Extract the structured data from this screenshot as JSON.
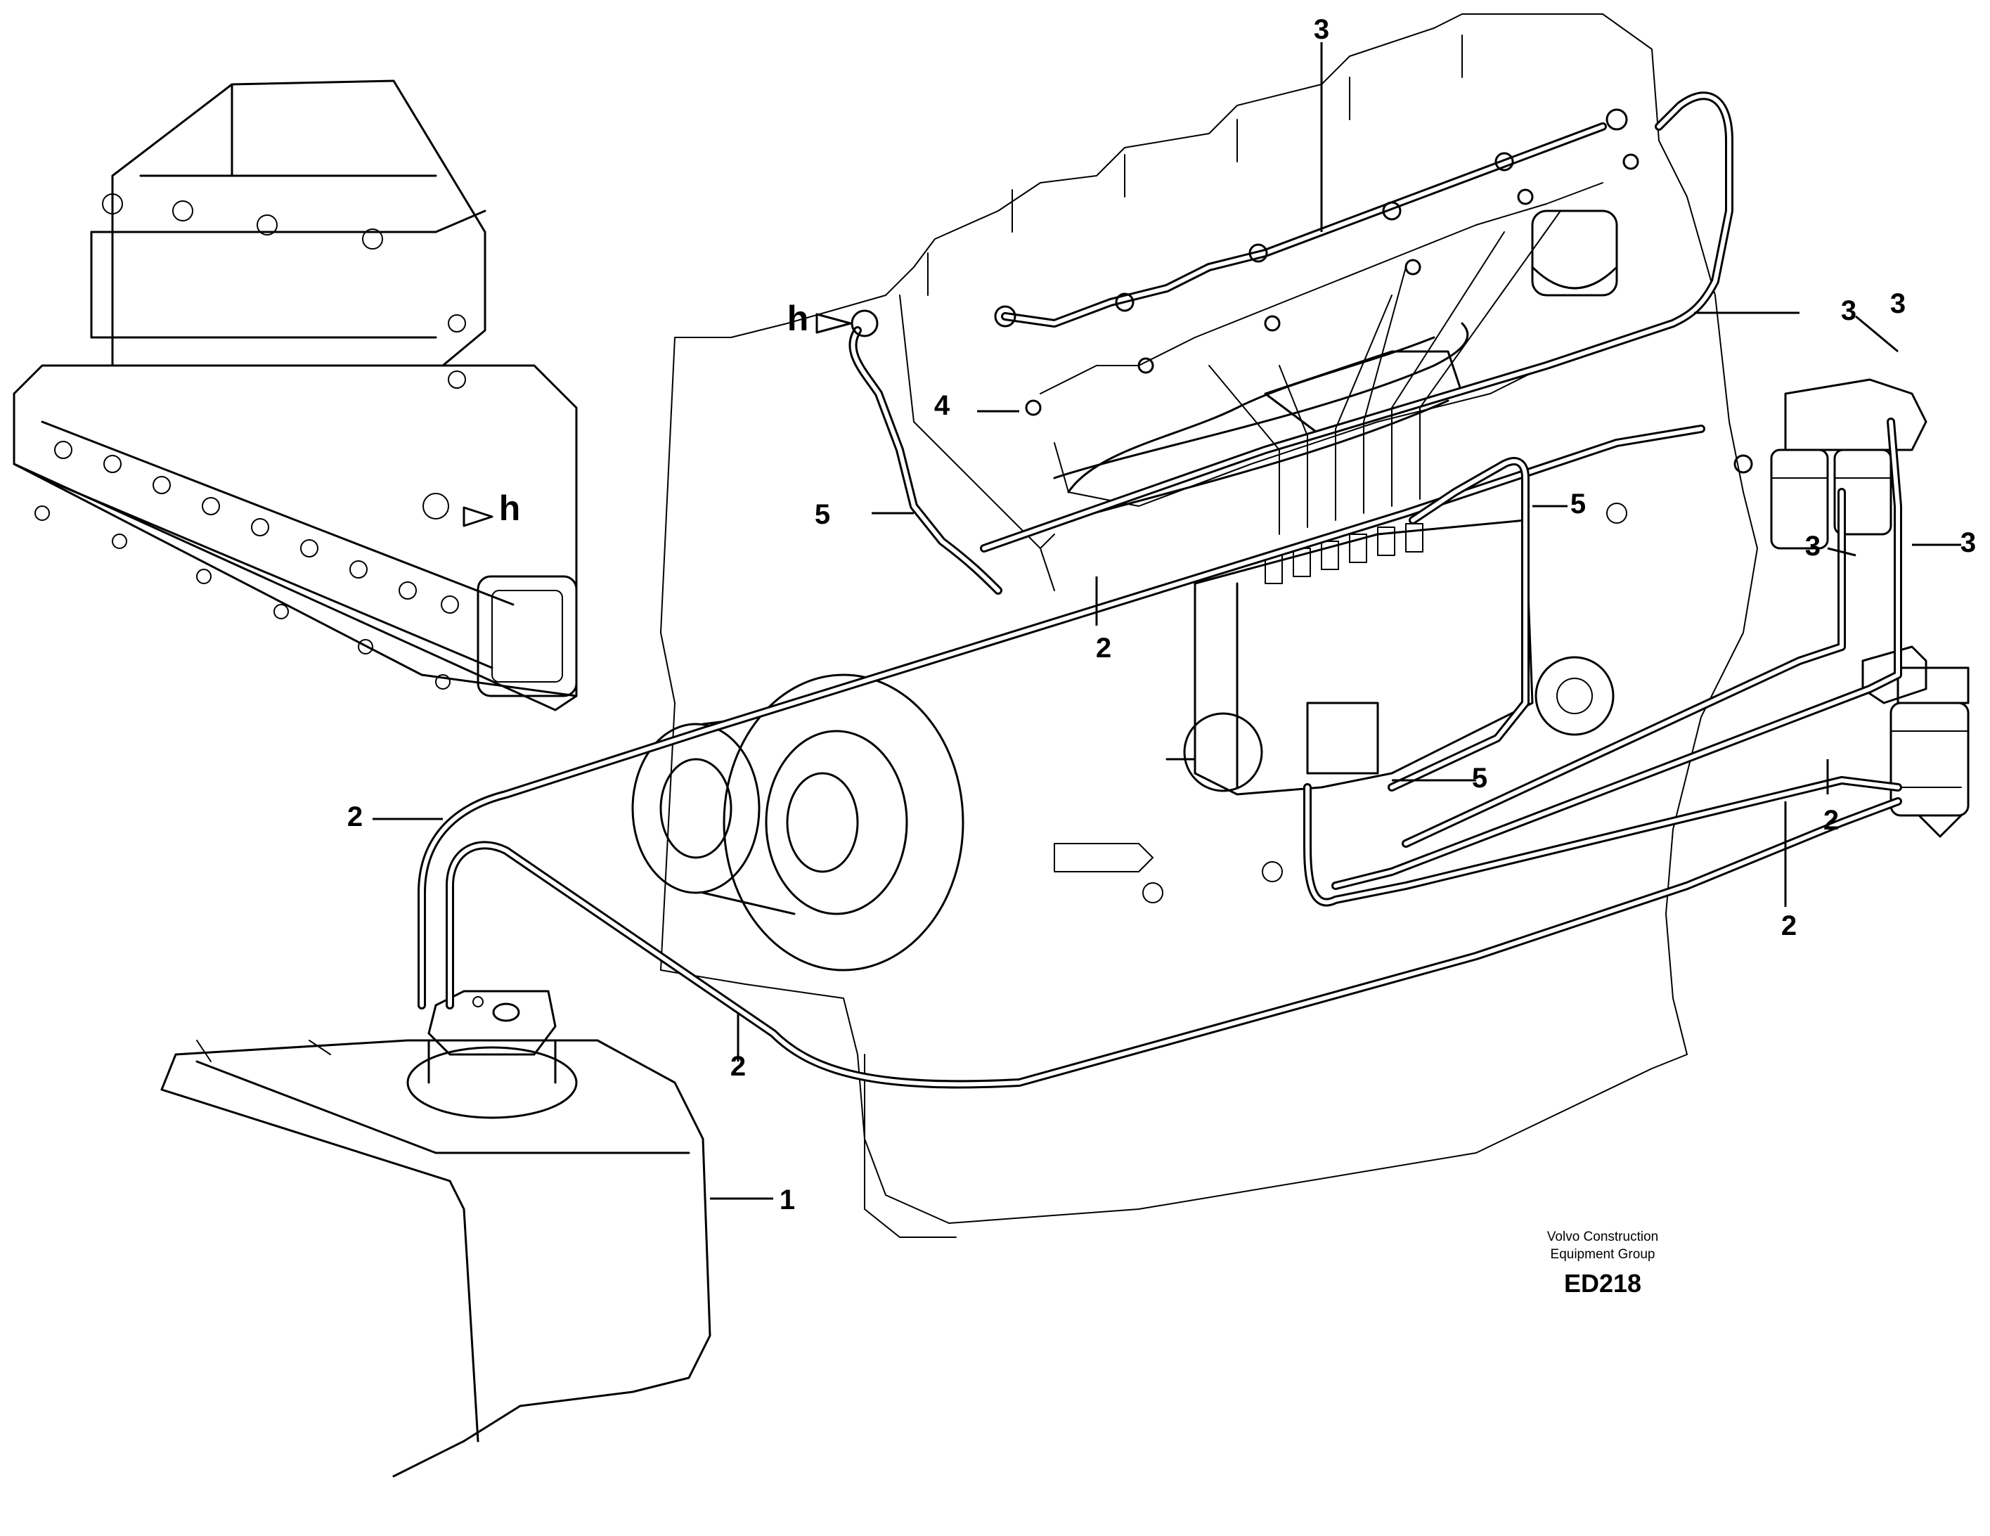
{
  "callouts": {
    "tank": "1",
    "pipe_2a": "2",
    "pipe_2b": "2",
    "pipe_2c": "2",
    "pipe_2d": "2",
    "pipe_2e": "2",
    "pipe_3a": "3",
    "pipe_3b": "3",
    "pipe_3c": "3",
    "pipe_3d": "3",
    "pipe_3e": "3",
    "item_4": "4",
    "pipe_5a": "5",
    "pipe_5b": "5",
    "pipe_5c": "5",
    "h_inset": "h",
    "h_engine": "h"
  },
  "caption": {
    "line1": "Volvo Construction",
    "line2": "Equipment Group",
    "code": "ED218"
  }
}
